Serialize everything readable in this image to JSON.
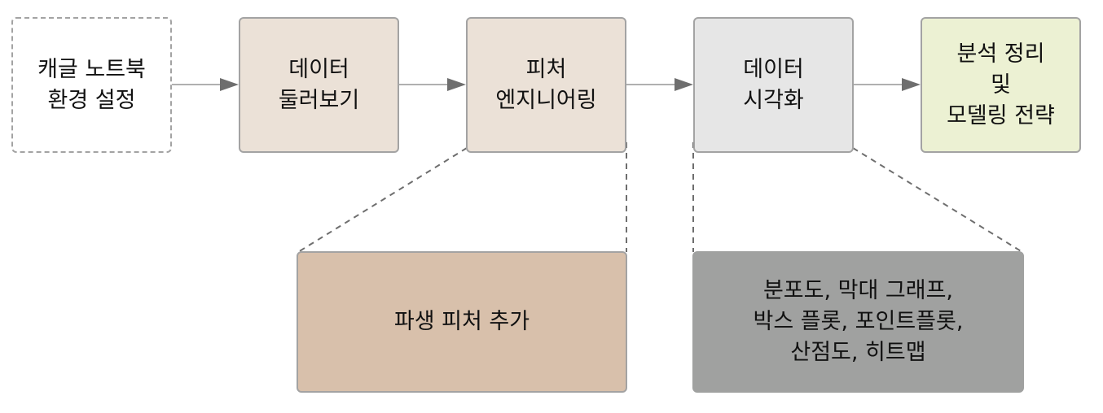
{
  "steps": [
    {
      "id": "setup",
      "label": "캐글 노트북\n환경 설정",
      "style": "dashed"
    },
    {
      "id": "explore",
      "label": "데이터\n둘러보기"
    },
    {
      "id": "feature",
      "label": "피처\n엔지니어링"
    },
    {
      "id": "visualize",
      "label": "데이터\n시각화"
    },
    {
      "id": "strategy",
      "label": "분석 정리\n및\n모델링 전략"
    }
  ],
  "details": [
    {
      "parent": "feature",
      "label": "파생 피처 추가"
    },
    {
      "parent": "visualize",
      "label": "분포도, 막대 그래프,\n박스 플롯, 포인트플롯,\n산점도, 히트맵"
    }
  ],
  "colors": {
    "box_border": "#a3a3a3",
    "arrow": "#6e6e6e",
    "explore_fill": "#ebe1d7",
    "feature_fill": "#ebe1d7",
    "visualize_fill": "#e6e6e6",
    "strategy_fill": "#ecf1d3",
    "feature_detail_fill": "#d8c0ab",
    "visualize_detail_fill": "#a0a1a0"
  }
}
